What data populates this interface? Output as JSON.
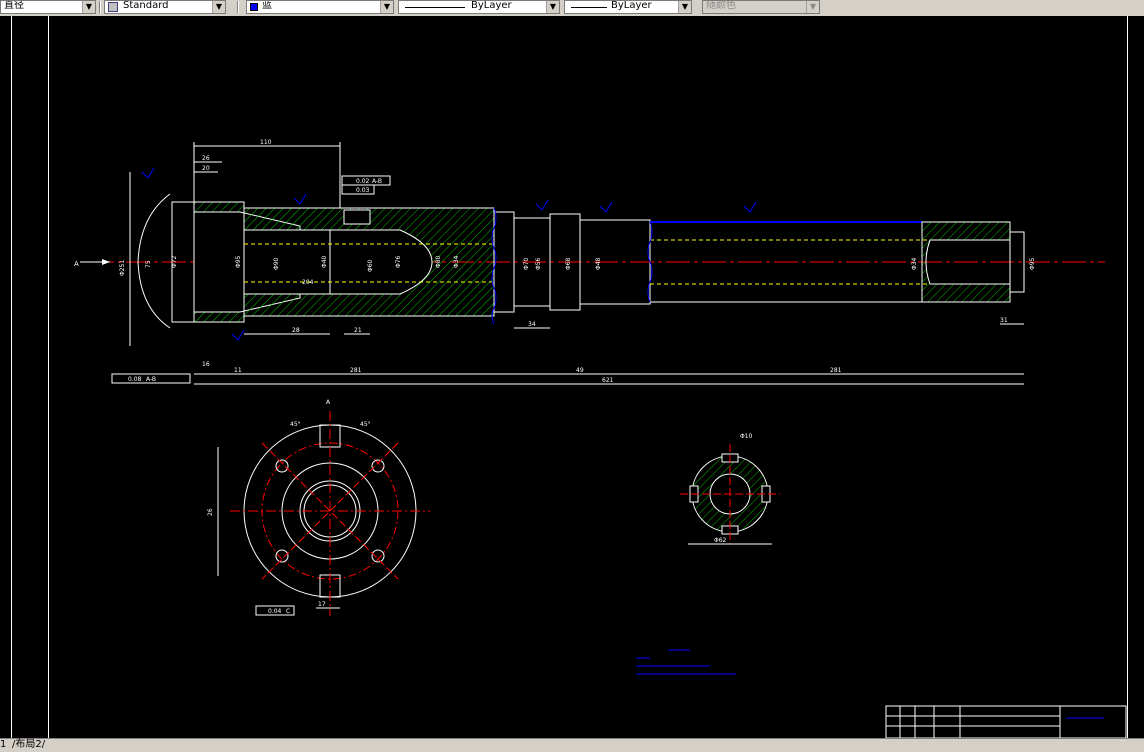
{
  "toolbar": {
    "dimstyle_value": "直径",
    "textstyle_value": "Standard",
    "layer_value": "蓝",
    "linetype_value": "ByLayer",
    "lineweight_value": "ByLayer",
    "plotstyle_value": "随颜色"
  },
  "tabs": {
    "layout1": "1",
    "layout2": "布局2"
  },
  "drawing": {
    "dims": {
      "d110": "110",
      "d26": "26",
      "d20": "20",
      "d26b": "26",
      "d251": "Φ251",
      "d75": "75",
      "d28": "28",
      "d16": "16",
      "d11": "11",
      "d281": "281",
      "d49": "49",
      "d621": "621",
      "d34": "34",
      "d281b": "281",
      "d31": "31",
      "d21": "21",
      "d204": "204",
      "d48": "Φ48",
      "d34b": "Φ34",
      "d68": "Φ68",
      "d70": "Φ70",
      "d56": "Φ56",
      "d76": "Φ76",
      "d80": "Φ80",
      "d34c": "Φ34",
      "d40": "Φ40",
      "d95": "Φ95",
      "d90": "Φ90",
      "d60": "Φ60",
      "d72": "Φ72",
      "d170": "17",
      "d45": "45°",
      "d45b": "45°",
      "d95b": "Φ95",
      "d62": "Φ62",
      "d10": "Φ10"
    },
    "gdt": {
      "tol1": "0.02",
      "datum1": "A-B",
      "tol2": "0.03",
      "tol3": "0.08",
      "datum3": "A-B",
      "tol4": "0.04",
      "datum4": "C"
    },
    "labels": {
      "viewA": "A",
      "viewA2": "A"
    }
  },
  "colors": {
    "background": "#000000",
    "line_white": "#ffffff",
    "hatch_green": "#00c000",
    "center_red": "#ff0000",
    "hidden_yellow": "#ffff00",
    "dim_blue": "#0000ff",
    "accent_cyan": "#00ffff"
  }
}
